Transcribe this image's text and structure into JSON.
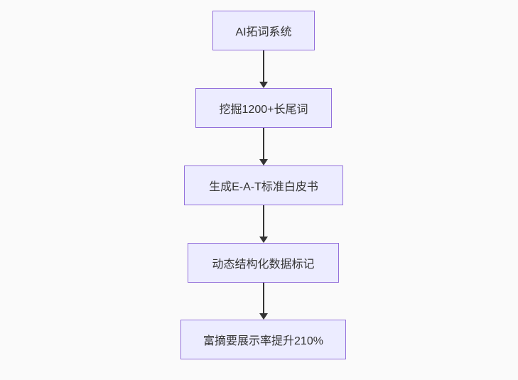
{
  "diagram": {
    "type": "flowchart",
    "direction": "top-down",
    "nodes": [
      {
        "id": "A",
        "label": "AI拓词系统"
      },
      {
        "id": "B",
        "label": "挖掘1200+长尾词"
      },
      {
        "id": "C",
        "label": "生成E-A-T标准白皮书"
      },
      {
        "id": "D",
        "label": "动态结构化数据标记"
      },
      {
        "id": "E",
        "label": "富摘要展示率提升210%"
      }
    ],
    "edges": [
      {
        "from": "A",
        "to": "B"
      },
      {
        "from": "B",
        "to": "C"
      },
      {
        "from": "C",
        "to": "D"
      },
      {
        "from": "D",
        "to": "E"
      }
    ],
    "colors": {
      "node_fill": "#ECECFF",
      "node_border": "#9370DB",
      "text": "#333333",
      "arrow": "#333333",
      "background": "#FAFAFA"
    }
  }
}
